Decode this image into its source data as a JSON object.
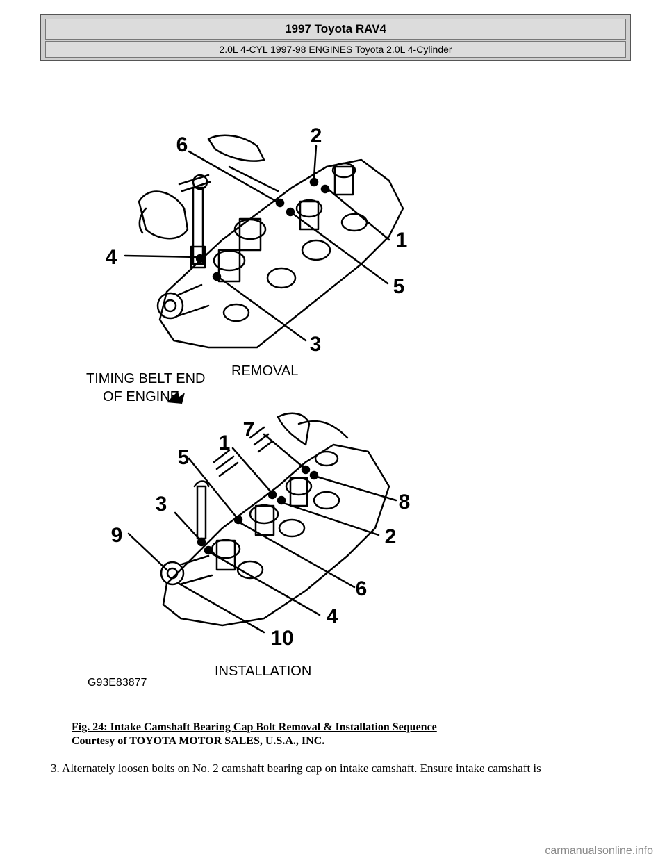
{
  "header": {
    "title": "1997 Toyota RAV4",
    "subtitle": "2.0L 4-CYL 1997-98 ENGINES Toyota 2.0L 4-Cylinder"
  },
  "figure": {
    "removal_label": "REMOVAL",
    "end_label_line1": "TIMING BELT END",
    "end_label_line2": "OF ENGINE",
    "installation_label": "INSTALLATION",
    "figure_code": "G93E83877",
    "removal_callouts": [
      "1",
      "2",
      "3",
      "4",
      "5",
      "6"
    ],
    "installation_callouts": [
      "1",
      "2",
      "3",
      "4",
      "5",
      "6",
      "7",
      "8",
      "9",
      "10"
    ]
  },
  "caption": {
    "title": "Fig. 24: Intake Camshaft Bearing Cap Bolt Removal & Installation Sequence",
    "courtesy": "Courtesy of TOYOTA MOTOR SALES, U.S.A., INC."
  },
  "body": {
    "step3": "3. Alternately loosen bolts on No. 2 camshaft bearing cap on intake camshaft. Ensure intake camshaft is"
  },
  "footer": {
    "watermark": "carmanualsonline.info"
  }
}
